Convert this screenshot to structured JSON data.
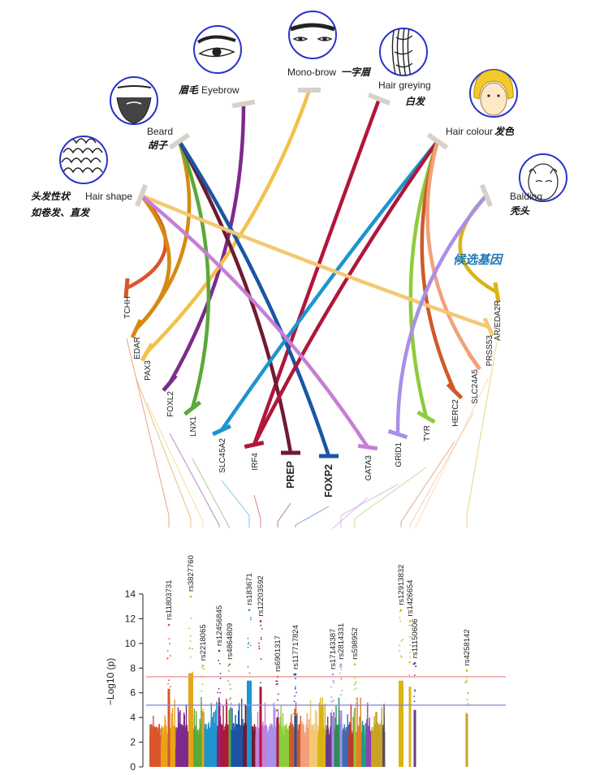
{
  "candidate_label": "候选基因",
  "traits": [
    {
      "id": "eyebrow",
      "en": "Eyebrow",
      "zh": "眉毛",
      "icon": "eye-eyebrow-icon"
    },
    {
      "id": "monobrow",
      "en": "Mono-brow",
      "zh": "一字眉",
      "icon": "monobrow-icon"
    },
    {
      "id": "greying",
      "en": "Hair greying",
      "zh": "白发",
      "icon": "grey-hair-icon"
    },
    {
      "id": "beard",
      "en": "Beard",
      "zh": "胡子",
      "icon": "beard-icon"
    },
    {
      "id": "colour",
      "en": "Hair colour",
      "zh": "发色",
      "icon": "blonde-hair-icon"
    },
    {
      "id": "shape",
      "en": "Hair shape",
      "zh1": "头发性状",
      "zh2": "如卷发、直发",
      "icon": "curly-hair-icon"
    },
    {
      "id": "balding",
      "en": "Balding",
      "zh": "秃头",
      "icon": "balding-icon"
    }
  ],
  "genes": [
    {
      "id": "TCHH",
      "label": "TCHH",
      "color": "#d9552a"
    },
    {
      "id": "EDAR",
      "label": "EDAR",
      "color": "#d68a12"
    },
    {
      "id": "PAX3",
      "label": "PAX3",
      "color": "#f2c14a"
    },
    {
      "id": "FOXL2",
      "label": "FOXL2",
      "color": "#7d2a8c"
    },
    {
      "id": "LNX1",
      "label": "LNX1",
      "color": "#5aa83a"
    },
    {
      "id": "SLC45A2",
      "label": "SLC45A2",
      "color": "#1d95cf"
    },
    {
      "id": "IRF4",
      "label": "IRF4",
      "color": "#b0173a"
    },
    {
      "id": "PREP",
      "label": "PREP",
      "color": "#6e1b30"
    },
    {
      "id": "FOXP2",
      "label": "FOXP2",
      "color": "#1a55a5"
    },
    {
      "id": "GATA3",
      "label": "GATA3",
      "color": "#c77ed8"
    },
    {
      "id": "GRID1",
      "label": "GRID1",
      "color": "#a98fe8"
    },
    {
      "id": "TYR",
      "label": "TYR",
      "color": "#8ccc3a"
    },
    {
      "id": "HERC2",
      "label": "HERC2",
      "color": "#cf5a28"
    },
    {
      "id": "SLC24A5",
      "label": "SLC24A5",
      "color": "#f3a07a"
    },
    {
      "id": "PRSS53",
      "label": "PRSS53",
      "color": "#f4c873"
    },
    {
      "id": "AR/EDA2R",
      "label": "AR/EDA2R",
      "color": "#d9b415"
    }
  ],
  "links": [
    [
      "eyebrow",
      "FOXL2"
    ],
    [
      "monobrow",
      "PAX3"
    ],
    [
      "greying",
      "IRF4"
    ],
    [
      "beard",
      "EDAR"
    ],
    [
      "beard",
      "LNX1"
    ],
    [
      "beard",
      "PREP"
    ],
    [
      "beard",
      "FOXP2"
    ],
    [
      "colour",
      "SLC45A2"
    ],
    [
      "colour",
      "IRF4"
    ],
    [
      "colour",
      "TYR"
    ],
    [
      "colour",
      "HERC2"
    ],
    [
      "colour",
      "SLC24A5"
    ],
    [
      "shape",
      "TCHH"
    ],
    [
      "shape",
      "EDAR"
    ],
    [
      "shape",
      "PRSS53"
    ],
    [
      "shape",
      "GATA3"
    ],
    [
      "balding",
      "AR/EDA2R"
    ],
    [
      "balding",
      "GRID1"
    ]
  ],
  "snps": [
    {
      "label": "rs11803731",
      "chr": 1,
      "p": 11.5,
      "gene": "TCHH"
    },
    {
      "label": "rs3827760",
      "chr": 2,
      "p": 13.8,
      "gene": "EDAR"
    },
    {
      "label": "rs2218065",
      "chr": 2,
      "p": 8.2,
      "gene": "PAX3"
    },
    {
      "label": "rs12456845",
      "chr": 3,
      "p": 9.4,
      "gene": "FOXL2"
    },
    {
      "label": "rs4864809",
      "chr": 4,
      "p": 8.3,
      "gene": "LNX1"
    },
    {
      "label": "rs183671",
      "chr": 5,
      "p": 12.7,
      "gene": "SLC45A2"
    },
    {
      "label": "rs12203592",
      "chr": 6,
      "p": 11.8,
      "gene": "IRF4"
    },
    {
      "label": "rs6901317",
      "chr": 6,
      "p": 7.3,
      "gene": "PREP"
    },
    {
      "label": "rs117717824",
      "chr": 7,
      "p": 7.5,
      "gene": "FOXP2"
    },
    {
      "label": "rs17143387",
      "chr": 10,
      "p": 7.5,
      "gene": "GATA3"
    },
    {
      "label": "rs2814331",
      "chr": 10,
      "p": 8.3,
      "gene": "GRID1"
    },
    {
      "label": "rs598952",
      "chr": 11,
      "p": 8.3,
      "gene": "TYR"
    },
    {
      "label": "rs12913832",
      "chr": 15,
      "p": 12.7,
      "gene": "HERC2"
    },
    {
      "label": "rs1426654",
      "chr": 15,
      "p": 11.8,
      "gene": "SLC24A5"
    },
    {
      "label": "rs11150606",
      "chr": 16,
      "p": 8.4,
      "gene": "PRSS53"
    },
    {
      "label": "rs4258142",
      "chr": 23,
      "p": 7.8,
      "gene": "AR/EDA2R"
    }
  ],
  "chart_data": {
    "type": "scatter",
    "ylabel": "−Log10 (p)",
    "ylim": [
      0,
      14
    ],
    "yticks": [
      0,
      2,
      4,
      6,
      8,
      10,
      12,
      14
    ],
    "thresholds": [
      {
        "value": 7.3,
        "color": "#e8998f"
      },
      {
        "value": 5.0,
        "color": "#8e8ad6"
      }
    ],
    "chromosomes": [
      1,
      2,
      3,
      4,
      5,
      6,
      7,
      8,
      9,
      10,
      11,
      12,
      13,
      14,
      15,
      16,
      17,
      18,
      19,
      20,
      21,
      22,
      23,
      24
    ],
    "chromosome_colors": [
      "#d9552a",
      "#e6a417",
      "#7d2a8c",
      "#5aa83a",
      "#1d95cf",
      "#b0173a",
      "#1a55a5",
      "#6e1b30",
      "#c77ed8",
      "#a98fe8",
      "#8ccc3a",
      "#cf5a28",
      "#f3a07a",
      "#f4c873",
      "#d9b415",
      "#6a3a8a",
      "#2e8b57",
      "#3d6bb3",
      "#c0392b",
      "#e67e22",
      "#16a085",
      "#8e44ad",
      "#c9a227",
      "#555555"
    ],
    "peaks": [
      {
        "chr": 1,
        "p": 11.5
      },
      {
        "chr": 2,
        "p": 13.8
      },
      {
        "chr": 2,
        "p": 8.2
      },
      {
        "chr": 3,
        "p": 9.4
      },
      {
        "chr": 4,
        "p": 8.3
      },
      {
        "chr": 5,
        "p": 12.7
      },
      {
        "chr": 6,
        "p": 11.8
      },
      {
        "chr": 6,
        "p": 7.3
      },
      {
        "chr": 7,
        "p": 7.5
      },
      {
        "chr": 10,
        "p": 7.5
      },
      {
        "chr": 10,
        "p": 8.3
      },
      {
        "chr": 11,
        "p": 8.3
      },
      {
        "chr": 15,
        "p": 12.7
      },
      {
        "chr": 15,
        "p": 11.8
      },
      {
        "chr": 16,
        "p": 8.4
      },
      {
        "chr": 23,
        "p": 7.8
      }
    ]
  }
}
